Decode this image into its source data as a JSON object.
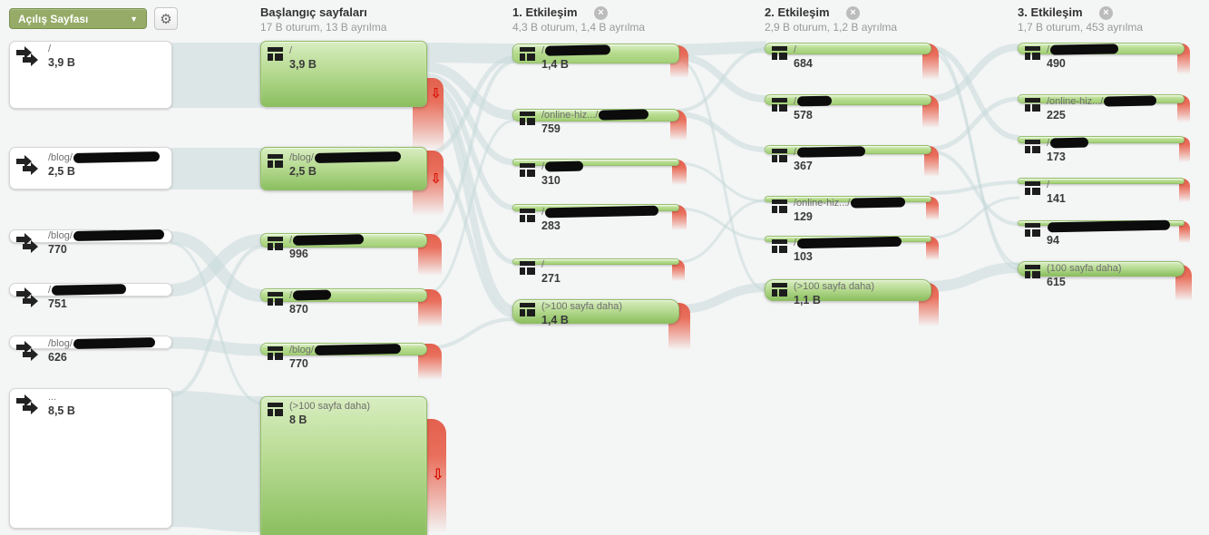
{
  "toolbar": {
    "dimension": "Açılış Sayfası"
  },
  "icons": {
    "dropdown_arrow": "▼",
    "gear": "⚙",
    "close": "×",
    "dropoff_arrow": "⇩"
  },
  "left": {
    "cards": [
      {
        "prefix": "/",
        "value": "3,9 B"
      },
      {
        "prefix": "/blog/",
        "value": "2,5 B"
      },
      {
        "prefix": "/blog/",
        "value": "770"
      },
      {
        "prefix": "/",
        "value": "751"
      },
      {
        "prefix": "/blog/",
        "value": "626"
      },
      {
        "prefix": "...",
        "value": "8,5 B"
      }
    ]
  },
  "columns": [
    {
      "title": "Başlangıç sayfaları",
      "subtitle": "17 B oturum, 13 B ayrılma",
      "nodes": [
        {
          "prefix": "/",
          "value": "3,9 B"
        },
        {
          "prefix": "/blog/",
          "value": "2,5 B"
        },
        {
          "prefix": "/",
          "value": "996"
        },
        {
          "prefix": "/",
          "value": "870"
        },
        {
          "prefix": "/blog/",
          "value": "770"
        },
        {
          "prefix": "(>100 sayfa daha)",
          "value": "8 B"
        }
      ]
    },
    {
      "title": "1. Etkileşim",
      "subtitle": "4,3 B oturum, 1,4 B ayrılma",
      "nodes": [
        {
          "prefix": "/",
          "value": "1,4 B"
        },
        {
          "prefix": "/online-hiz.../",
          "value": "759"
        },
        {
          "prefix": "/",
          "value": "310"
        },
        {
          "prefix": "/",
          "value": "283"
        },
        {
          "prefix": "/",
          "value": "271"
        },
        {
          "prefix": "(>100 sayfa daha)",
          "value": "1,4 B"
        }
      ]
    },
    {
      "title": "2. Etkileşim",
      "subtitle": "2,9 B oturum, 1,2 B ayrılma",
      "nodes": [
        {
          "prefix": "/",
          "value": "684"
        },
        {
          "prefix": "/",
          "value": "578"
        },
        {
          "prefix": "/",
          "value": "367"
        },
        {
          "prefix": "/online-hiz.../",
          "value": "129"
        },
        {
          "prefix": "/",
          "value": "103"
        },
        {
          "prefix": "(>100 sayfa daha)",
          "value": "1,1 B"
        }
      ]
    },
    {
      "title": "3. Etkileşim",
      "subtitle": "1,7 B oturum, 453 ayrılma",
      "nodes": [
        {
          "prefix": "/",
          "value": "490"
        },
        {
          "prefix": "/online-hiz.../",
          "value": "225"
        },
        {
          "prefix": "/",
          "value": "173"
        },
        {
          "prefix": "/",
          "value": "141"
        },
        {
          "prefix": "",
          "value": "94"
        },
        {
          "prefix": "(100 sayfa daha)",
          "value": "615"
        }
      ]
    }
  ],
  "colors": {
    "node_green": "#a3d077",
    "dropoff_red": "#e2604e",
    "flow_teal": "#d9e5e5",
    "dropdown_green": "#95ab67"
  }
}
